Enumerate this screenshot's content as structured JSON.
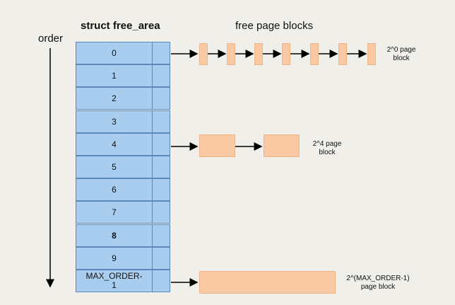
{
  "header": {
    "struct_title": "struct free_area",
    "blocks_title": "free page blocks",
    "order_label": "order"
  },
  "rows": [
    "0",
    "1",
    "2",
    "3",
    "4",
    "5",
    "6",
    "7",
    "8",
    "9",
    "MAX_ORDER-\n1"
  ],
  "labels": {
    "order0": "2^0 page\nblock",
    "order4": "2^4 page\nblock",
    "max": "2^(MAX_ORDER-1)\npage block"
  },
  "colors": {
    "cell_fill": "#a9cdef",
    "cell_border": "#5b87ba",
    "block_fill": "#f9c9a3",
    "arrow": "#000000"
  }
}
